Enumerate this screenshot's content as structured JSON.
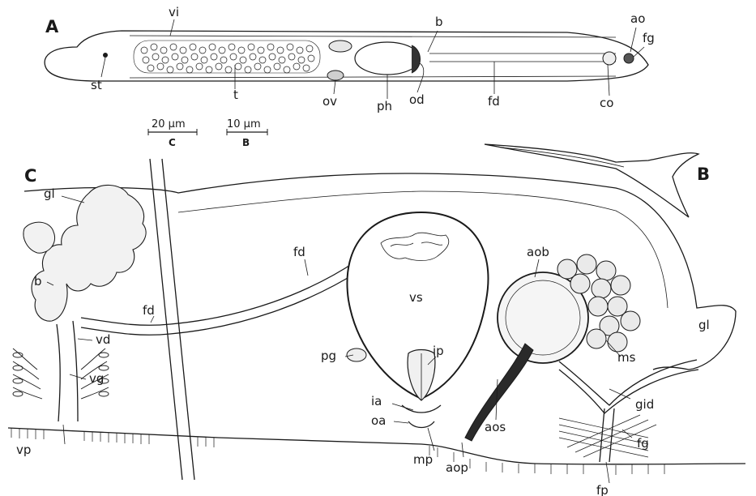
{
  "panels": {
    "a": "A",
    "b": "B",
    "c": "C"
  },
  "scale_bars": {
    "c_length": "20 μm",
    "c_panel": "C",
    "b_length": "10 μm",
    "b_panel": "B"
  },
  "labels_a": {
    "vi": "vi",
    "st": "st",
    "t": "t",
    "ov": "ov",
    "ph": "ph",
    "b": "b",
    "od": "od",
    "fd": "fd",
    "co": "co",
    "ao": "ao",
    "fg": "fg"
  },
  "labels_c": {
    "gl_left": "gl",
    "b": "b",
    "fd_left": "fd",
    "vd": "vd",
    "vg": "vg",
    "vp": "vp",
    "fd_mid": "fd",
    "vs": "vs",
    "ip": "ip",
    "pg": "pg",
    "ia": "ia",
    "oa": "oa",
    "mp": "mp",
    "aop": "aop",
    "aos": "aos",
    "aob": "aob",
    "ms": "ms",
    "gl_right": "gl",
    "gid": "gid",
    "fg": "fg",
    "fp": "fp"
  }
}
